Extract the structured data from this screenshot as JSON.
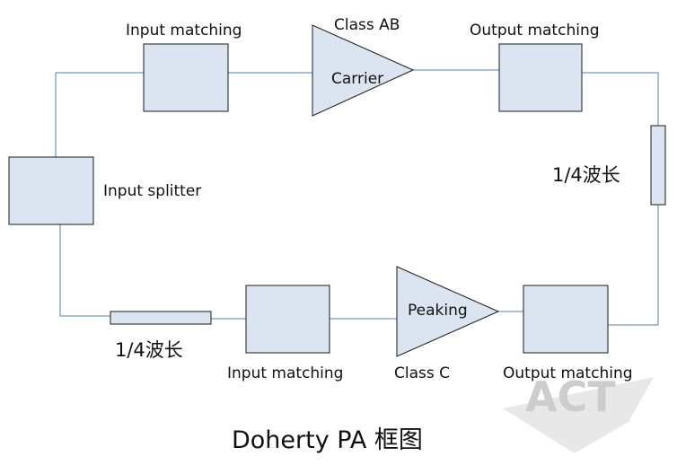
{
  "diagram": {
    "title": "Doherty PA 框图",
    "labels": {
      "input_splitter": "Input splitter",
      "input_matching_top": "Input matching",
      "class_ab": "Class AB",
      "carrier": "Carrier",
      "output_matching_top": "Output matching",
      "quarter_wave_right": "1/4波长",
      "quarter_wave_bottom": "1/4波长",
      "input_matching_bottom": "Input matching",
      "peaking": "Peaking",
      "class_c": "Class C",
      "output_matching_bottom": "Output matching"
    },
    "watermark": "ACT",
    "colors": {
      "block_fill": "#dbe5f1",
      "block_stroke": "#1a1a1a",
      "wire": "#5b7ea8"
    }
  }
}
